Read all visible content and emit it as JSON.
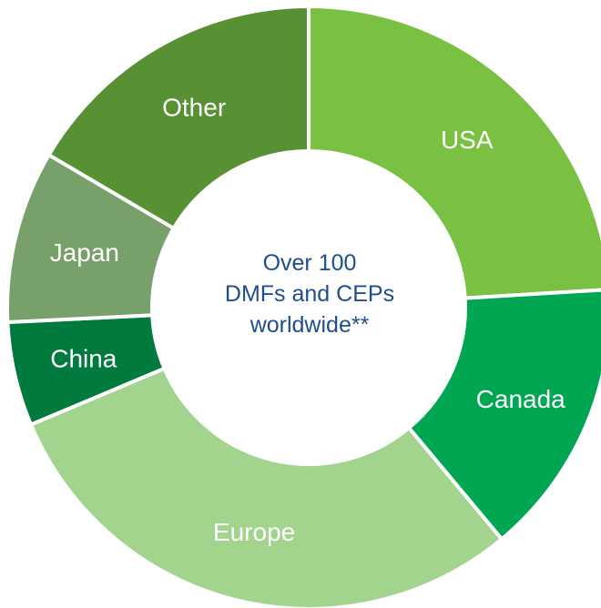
{
  "chart_data": {
    "type": "pie",
    "donut": true,
    "categories": [
      "USA",
      "Canada",
      "Europe",
      "China",
      "Japan",
      "Other"
    ],
    "values": [
      25.0,
      15.5,
      30.9,
      5.8,
      9.6,
      17.2
    ],
    "colors": [
      "#7ac143",
      "#00a651",
      "#a3d48e",
      "#007a3d",
      "#78a06a",
      "#579134"
    ],
    "center_text": [
      "Over 100",
      "DMFs and CEPs",
      "worldwide**"
    ],
    "legend": "none",
    "labels_on_slices": true
  }
}
